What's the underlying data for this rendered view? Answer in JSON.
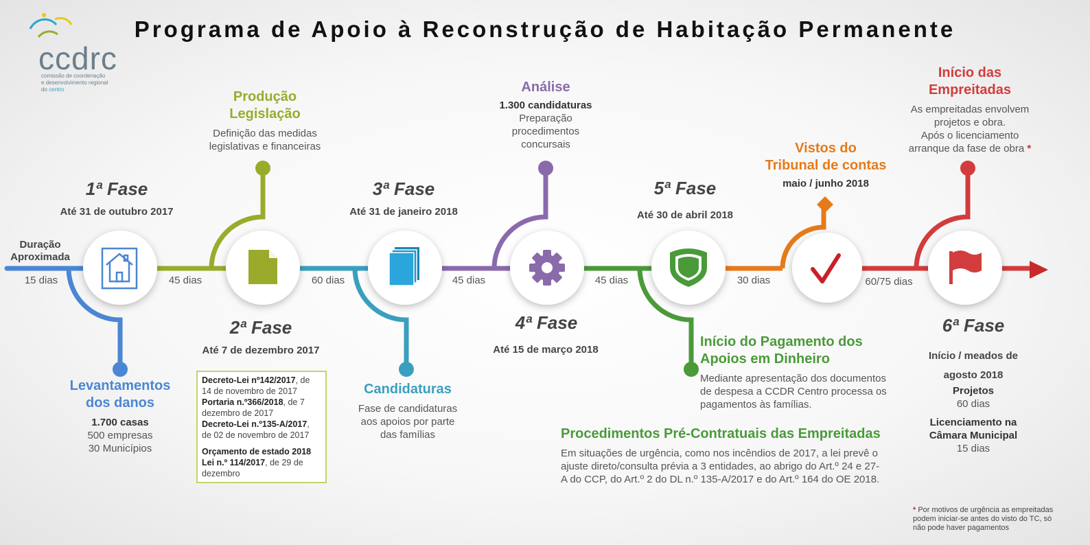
{
  "title": "Programa de Apoio à Reconstrução de Habitação Permanente",
  "logo": {
    "text": "ccdrc",
    "line1": "comissão de coordenação",
    "line2": "e desenvolvimento regional",
    "line3_a": "do",
    "line3_b": "centro"
  },
  "duration_label_1": "Duração",
  "duration_label_2": "Aproximada",
  "durations": [
    "15 dias",
    "45 dias",
    "60 dias",
    "45 dias",
    "45 dias",
    "30 dias",
    "60/75 dias"
  ],
  "phases": [
    {
      "name": "1ª Fase",
      "date": "Até 31 de outubro 2017"
    },
    {
      "name": "2ª Fase",
      "date": "Até 7 de dezembro 2017"
    },
    {
      "name": "3ª Fase",
      "date": "Até 31 de janeiro 2018"
    },
    {
      "name": "4ª Fase",
      "date": "Até 15 de março 2018"
    },
    {
      "name": "5ª Fase",
      "date": "Até 30 de abril 2018"
    },
    {
      "name": "6ª Fase",
      "date_1": "Início / meados de",
      "date_2": "agosto 2018"
    }
  ],
  "levantamentos": {
    "title_1": "Levantamentos",
    "title_2": "dos danos",
    "line1": "1.700 casas",
    "line2": "500 empresas",
    "line3": "30 Municípios"
  },
  "producao": {
    "title_1": "Produção",
    "title_2": "Legislação",
    "line1": "Definição das medidas",
    "line2": "legislativas e financeiras"
  },
  "legislacao_box": {
    "item1_bold": "Decreto-Lei nº142/2017",
    "item1_rest": ", de 14 de novembro de 2017",
    "item2_bold": "Portaria n.º366/2018",
    "item2_rest": ", de 7 dezembro de 2017",
    "item3_bold": "Decreto-Lei n.º135-A/2017",
    "item3_rest": ", de 02 de novembro de 2017",
    "item4_bold": "Orçamento de estado 2018",
    "item5_bold": "Lei n.º 114/2017",
    "item5_rest": ", de 29 de dezembro"
  },
  "candidaturas": {
    "title": "Candidaturas",
    "line1": "Fase de candidaturas",
    "line2": "aos apoios por parte",
    "line3": "das famílias"
  },
  "analise": {
    "title": "Análise",
    "line1": "1.300 candidaturas",
    "line2": "Preparação",
    "line3": "procedimentos",
    "line4": "concursais"
  },
  "pagamento": {
    "title_1": "Início do Pagamento dos",
    "title_2": "Apoios em Dinheiro",
    "line1": "Mediante apresentação dos documentos",
    "line2": "de despesa a CCDR Centro processa os",
    "line3": "pagamentos às famílias."
  },
  "vistos": {
    "title_1": "Vistos do",
    "title_2": "Tribunal de contas",
    "date": "maio / junho 2018"
  },
  "inicio_empreitadas": {
    "title_1": "Início das",
    "title_2": "Empreitadas",
    "line1": "As empreitadas envolvem",
    "line2": "projetos e obra.",
    "line3": "Após o licenciamento",
    "line4": "arranque da fase de obra",
    "star": "*"
  },
  "procedimentos": {
    "title": "Procedimentos Pré-Contratuais das Empreitadas",
    "line1": "Em situações de urgência, como nos incêndios de 2017, a lei prevê o",
    "line2": "ajuste direto/consulta prévia a 3 entidades, ao abrigo do Art.º 24 e 27-",
    "line3": "A do CCP, do Art.º 2 do DL n.º 135-A/2017 e do Art.º 164 do OE 2018."
  },
  "fase6_details": {
    "projetos": "Projetos",
    "projetos_dias": "60 dias",
    "lic_1": "Licenciamento na",
    "lic_2": "Câmara Municipal",
    "lic_dias": "15 dias"
  },
  "footnote": {
    "star": "*",
    "line1": " Por motivos de urgência as empreitadas",
    "line2": "podem iniciar-se antes do visto do TC, só",
    "line3": "não pode haver pagamentos"
  },
  "colors": {
    "blue": "#4a86d4",
    "olive": "#9aab2c",
    "teal": "#3a9fbf",
    "purple": "#8a6aab",
    "green": "#4a9a3a",
    "orange": "#e67a1a",
    "red": "#d23c3c",
    "cyan": "#2aa6c9"
  },
  "icons": [
    "house-icon",
    "document-icon",
    "stacked-files-icon",
    "gear-icon",
    "shield-icon",
    "checkmark-icon",
    "flag-icon",
    "arrow-right-icon"
  ]
}
